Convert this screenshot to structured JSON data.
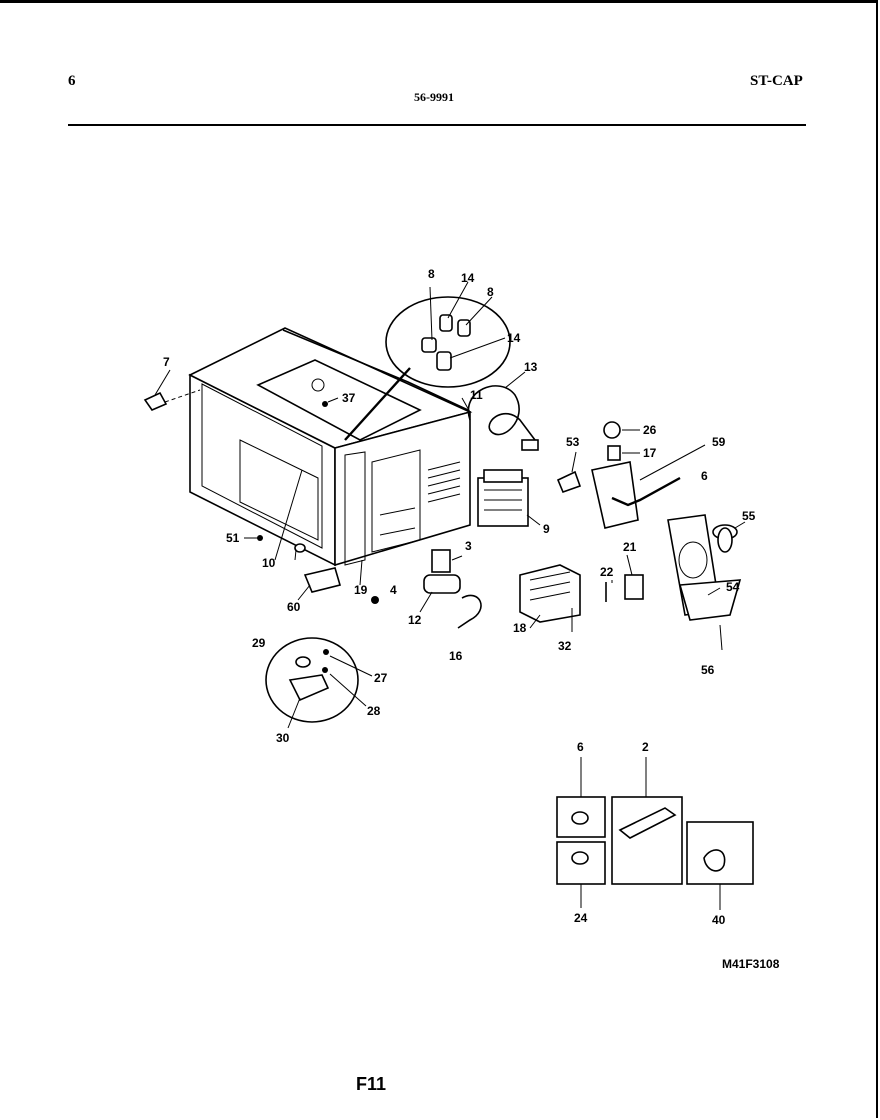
{
  "header": {
    "page_number": "6",
    "model_number": "56-9991",
    "section_code": "ST-CAP"
  },
  "diagram_id": "M41F3108",
  "footer_label": "F11",
  "callouts": {
    "c7": "7",
    "c37": "37",
    "c8a": "8",
    "c14a": "14",
    "c8b": "8",
    "c14b": "14",
    "c13": "13",
    "c11": "11",
    "c53": "53",
    "c26": "26",
    "c17": "17",
    "c59": "59",
    "c6a": "6",
    "c55": "55",
    "c9": "9",
    "c3": "3",
    "c51": "51",
    "c10": "10",
    "c19": "19",
    "c4": "4",
    "c60": "60",
    "c12": "12",
    "c16": "16",
    "c18": "18",
    "c32": "32",
    "c22": "22",
    "c21": "21",
    "c54": "54",
    "c56": "56",
    "c29": "29",
    "c27": "27",
    "c28": "28",
    "c30": "30",
    "c6b": "6",
    "c2": "2",
    "c24": "24",
    "c40": "40"
  }
}
